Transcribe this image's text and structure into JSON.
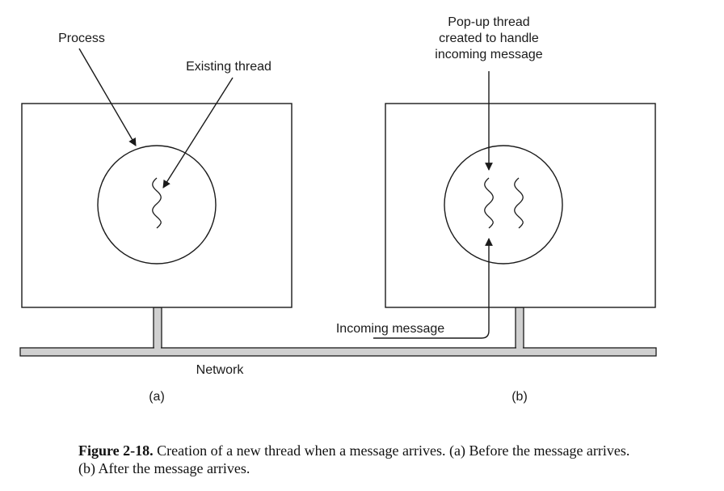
{
  "labels": {
    "process": "Process",
    "existing_thread": "Existing thread",
    "popup_line1": "Pop-up thread",
    "popup_line2": "created to handle",
    "popup_line3": "incoming message",
    "incoming_message": "Incoming message",
    "network": "Network",
    "panel_a": "(a)",
    "panel_b": "(b)"
  },
  "caption": {
    "figure_number": "Figure 2-18.",
    "text": " Creation of a new thread when a message arrives. (a) Before the message arrives. (b) After the message arrives."
  },
  "colors": {
    "stroke": "#1a1a1a",
    "network_fill": "#d0d0d0",
    "background": "#ffffff"
  }
}
